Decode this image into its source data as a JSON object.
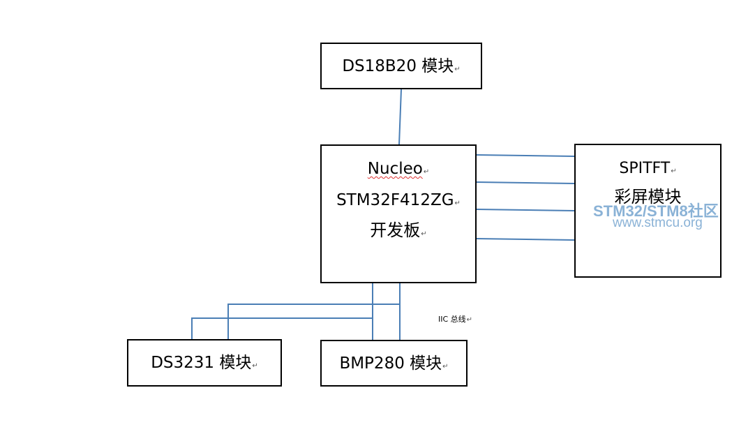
{
  "colors": {
    "line": "#4a7eb5",
    "box_border": "#000000",
    "watermark": "#8ab2d6"
  },
  "nodes": {
    "ds18b20": {
      "label": "DS18B20 模块"
    },
    "nucleo": {
      "line1": "Nucleo",
      "line2": "STM32F412ZG",
      "line3": "开发板"
    },
    "spitft": {
      "line1": "SPITFT",
      "line2": "彩屏模块"
    },
    "ds3231": {
      "label": "DS3231 模块"
    },
    "bmp280": {
      "label": "BMP280 模块"
    }
  },
  "edge_label": {
    "iic_bus": "IIC 总线"
  },
  "return_mark": "↵",
  "watermark": {
    "line1": "STM32/STM8社区",
    "line2": "www.stmcu.org"
  }
}
